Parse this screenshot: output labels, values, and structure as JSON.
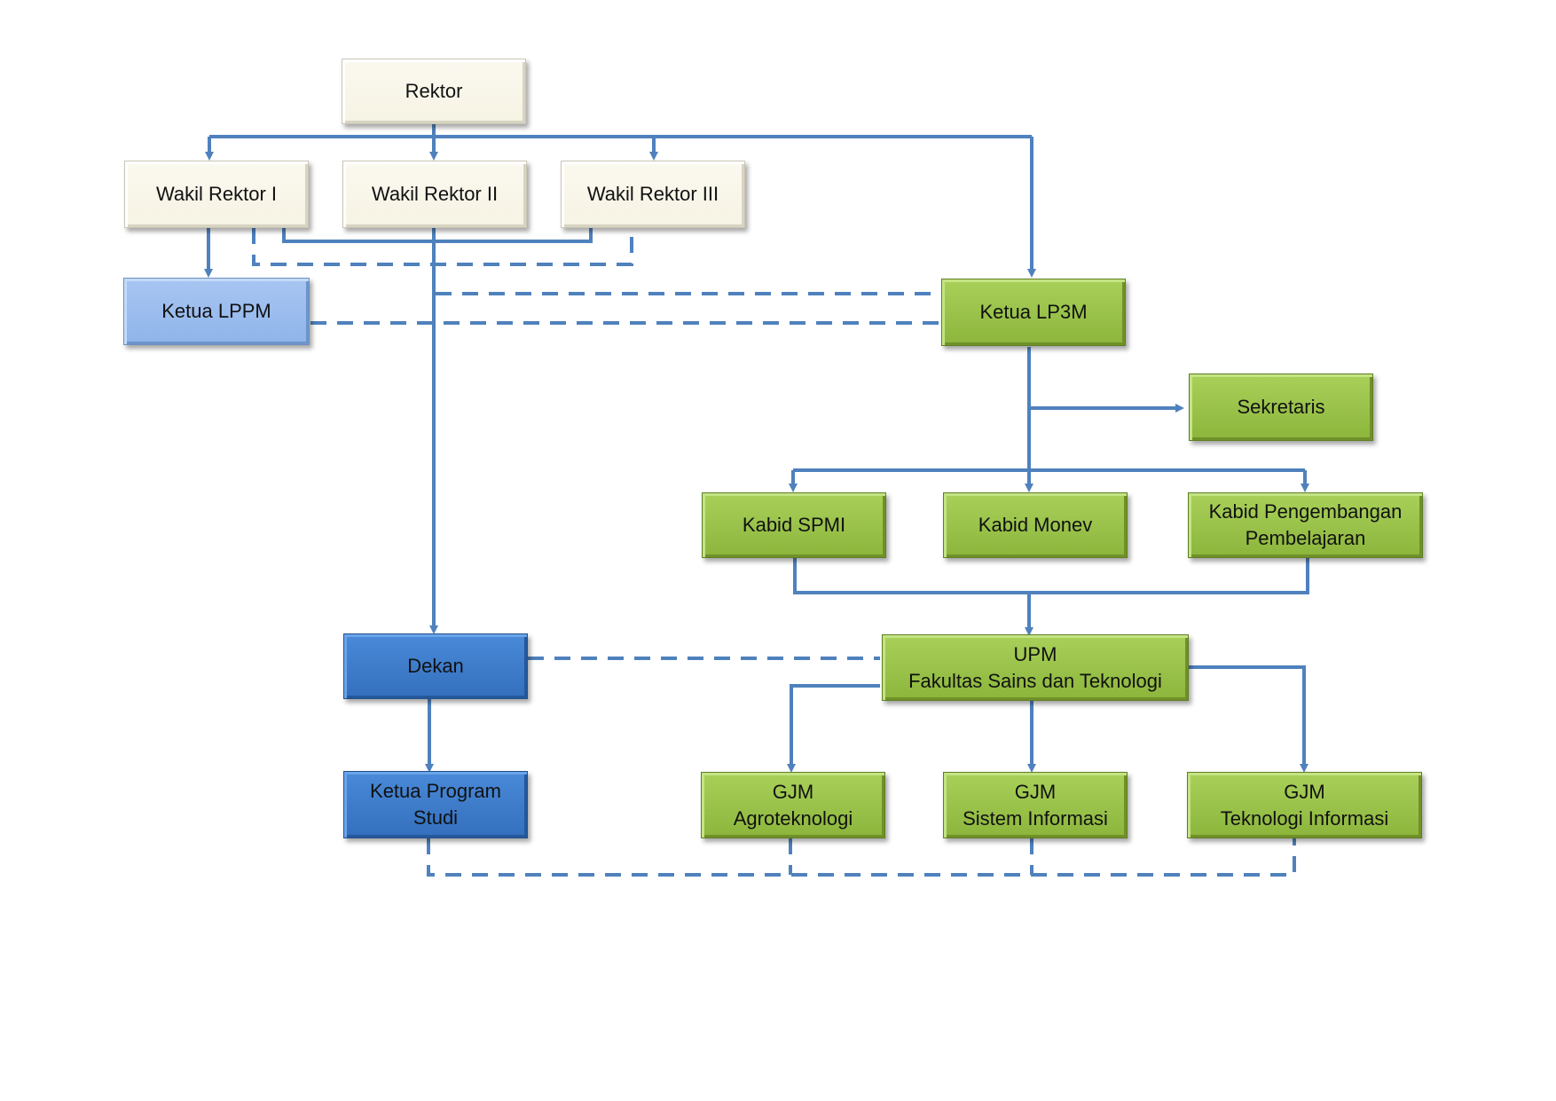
{
  "diagram": {
    "type": "organizational-chart",
    "line_color": "#4f81bd",
    "colors": {
      "leadership": "#f8f6ea",
      "lppm": "#9dbdee",
      "lp3m": "#9cc44c",
      "faculty": "#3d7cca"
    },
    "nodes": {
      "rektor": "Rektor",
      "wr1": "Wakil Rektor I",
      "wr2": "Wakil Rektor II",
      "wr3": "Wakil Rektor III",
      "lppm": "Ketua LPPM",
      "lp3m": "Ketua LP3M",
      "sekretaris": "Sekretaris",
      "spmi": "Kabid SPMI",
      "monev": "Kabid Monev",
      "pengembangan": "Kabid Pengembangan\nPembelajaran",
      "dekan": "Dekan",
      "upm": "UPM\nFakultas Sains dan Teknologi",
      "kaprodi": "Ketua Program\nStudi",
      "gjm_agro": "GJM\nAgroteknologi",
      "gjm_si": "GJM\nSistem Informasi",
      "gjm_ti": "GJM\nTeknologi Informasi"
    },
    "edges": [
      {
        "from": "rektor",
        "to": "wr1",
        "style": "solid"
      },
      {
        "from": "rektor",
        "to": "wr2",
        "style": "solid"
      },
      {
        "from": "rektor",
        "to": "wr3",
        "style": "solid"
      },
      {
        "from": "rektor",
        "to": "lp3m",
        "style": "solid"
      },
      {
        "from": "wr1",
        "to": "lppm",
        "style": "solid"
      },
      {
        "from": "wr1",
        "to": "wr3",
        "style": "solid"
      },
      {
        "from": "wr1",
        "to": "wr3",
        "style": "dashed"
      },
      {
        "from": "wr2",
        "to": "dekan",
        "style": "solid"
      },
      {
        "from": "wr2",
        "to": "lp3m",
        "style": "dashed"
      },
      {
        "from": "lppm",
        "to": "lp3m",
        "style": "dashed"
      },
      {
        "from": "lp3m",
        "to": "sekretaris",
        "style": "solid"
      },
      {
        "from": "lp3m",
        "to": "spmi",
        "style": "solid"
      },
      {
        "from": "lp3m",
        "to": "monev",
        "style": "solid"
      },
      {
        "from": "lp3m",
        "to": "pengembangan",
        "style": "solid"
      },
      {
        "from": "spmi",
        "to": "upm",
        "style": "solid"
      },
      {
        "from": "pengembangan",
        "to": "upm",
        "style": "solid"
      },
      {
        "from": "dekan",
        "to": "upm",
        "style": "dashed"
      },
      {
        "from": "dekan",
        "to": "kaprodi",
        "style": "solid"
      },
      {
        "from": "upm",
        "to": "gjm_agro",
        "style": "solid"
      },
      {
        "from": "upm",
        "to": "gjm_si",
        "style": "solid"
      },
      {
        "from": "upm",
        "to": "gjm_ti",
        "style": "solid"
      },
      {
        "from": "kaprodi",
        "to": "gjm_agro",
        "style": "dashed"
      },
      {
        "from": "kaprodi",
        "to": "gjm_si",
        "style": "dashed"
      },
      {
        "from": "kaprodi",
        "to": "gjm_ti",
        "style": "dashed"
      }
    ]
  }
}
